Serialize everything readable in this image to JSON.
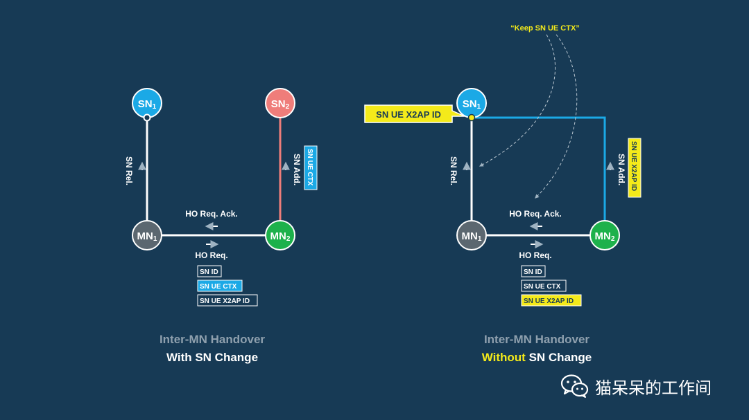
{
  "left": {
    "nodes": {
      "sn1": "SN",
      "sn1_sub": "1",
      "sn2": "SN",
      "sn2_sub": "2",
      "mn1": "MN",
      "mn1_sub": "1",
      "mn2": "MN",
      "mn2_sub": "2"
    },
    "messages": {
      "sn_rel": "SN Rel.",
      "sn_add": "SN Add.",
      "ho_req_ack": "HO Req. Ack.",
      "ho_req": "HO Req."
    },
    "tags": [
      {
        "text": "SN ID",
        "style": "outline"
      },
      {
        "text": "SN UE CTX",
        "style": "blue"
      },
      {
        "text": "SN UE X2AP ID",
        "style": "outline"
      }
    ],
    "vertical_tag": "SN UE CTX",
    "caption_top": "Inter-MN Handover",
    "caption_bottom": "With SN Change"
  },
  "right": {
    "nodes": {
      "sn1": "SN",
      "sn1_sub": "1",
      "mn1": "MN",
      "mn1_sub": "1",
      "mn2": "MN",
      "mn2_sub": "2"
    },
    "messages": {
      "sn_rel": "SN Rel.",
      "sn_add": "SN Add.",
      "ho_req_ack": "HO Req. Ack.",
      "ho_req": "HO Req."
    },
    "tags": [
      {
        "text": "SN ID",
        "style": "outline"
      },
      {
        "text": "SN UE CTX",
        "style": "outline"
      },
      {
        "text": "SN UE X2AP ID",
        "style": "yellow"
      }
    ],
    "vertical_tag": "SN UE X2AP ID",
    "callout": "SN UE X2AP ID",
    "keep_note": "“Keep SN UE CTX”",
    "caption_top": "Inter-MN Handover",
    "caption_bottom_highlight": "Without",
    "caption_bottom_rest": " SN Change"
  },
  "colors": {
    "background": "#173a55",
    "sn_blue": "#1ba9e6",
    "sn2_red": "#ef7d7a",
    "mn_gray": "#5b6770",
    "mn_green": "#1db14b",
    "highlight_yellow": "#f4ea1a",
    "link_blue": "#1ba9e6"
  },
  "watermark": {
    "icon": "wechat-icon",
    "text": "猫呆呆的工作间"
  }
}
